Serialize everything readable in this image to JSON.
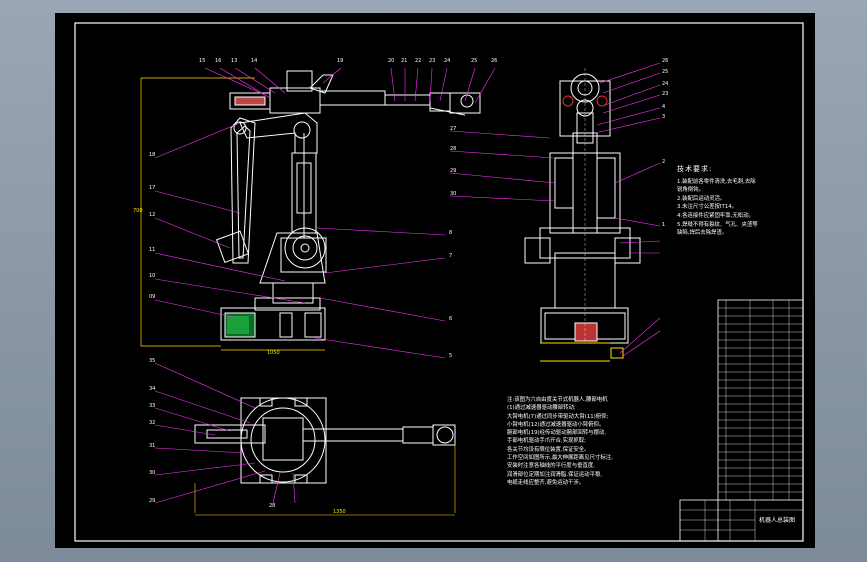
{
  "sheet": {
    "tech_title": "技术要求:",
    "tech_lines": [
      "1.装配前各零件清洗,去毛刺,去除",
      "锐角倒钝。",
      "2.装配后运动灵活。",
      "3.未注尺寸公差按IT14。",
      "4.各连接件应紧固牢靠,无松动。",
      "5.焊缝不得有裂纹、气孔、夹渣等",
      "缺陷,焊后去除焊渣。"
    ],
    "note_lines": [
      "注:该图为六自由度关节式机器人,腰部电机",
      "(1)通过减速器驱动腰部转动;",
      "大臂电机(7)通过同步带驱动大臂(11)俯仰;",
      "小臂电机(12)通过减速器驱动小臂俯仰。",
      "腕部电机(19)经传动驱动腕部回转与摆动,",
      "手部电机驱动手爪开合,实现抓取;",
      "各关节均设有限位装置,保证安全。",
      "工作空间如图所示,最大伸展距离见尺寸标注,",
      "安装时注意各轴线的平行度与垂直度,",
      "润滑部位定期加注润滑脂,保证运动平稳,",
      "电缆走线应整齐,避免运动干涉。"
    ],
    "dim_side": "700",
    "dim_base": "1050",
    "dim_plan": "1350",
    "title_block": "机器人总装图"
  },
  "balloons": {
    "side_top": [
      "15",
      "16",
      "13",
      "14",
      "19",
      "20",
      "21",
      "22",
      "23",
      "24",
      "25",
      "26"
    ],
    "side_left": [
      "18",
      "17",
      "12",
      "11",
      "10",
      "09"
    ],
    "side_right": [
      "8",
      "7",
      "6",
      "5"
    ],
    "front": [
      "26",
      "25",
      "24",
      "23",
      "4",
      "3",
      "2",
      "1",
      "27",
      "28",
      "29",
      "30"
    ],
    "plan": [
      "35",
      "34",
      "33",
      "32",
      "31",
      "30",
      "29",
      "28"
    ]
  },
  "colors": {
    "sheet": "#000000",
    "frame": "#ffffff",
    "leader": "#ff33ff",
    "dimension": "#ffe000",
    "drawing": "#ffffff",
    "accent": "#00ff00"
  }
}
